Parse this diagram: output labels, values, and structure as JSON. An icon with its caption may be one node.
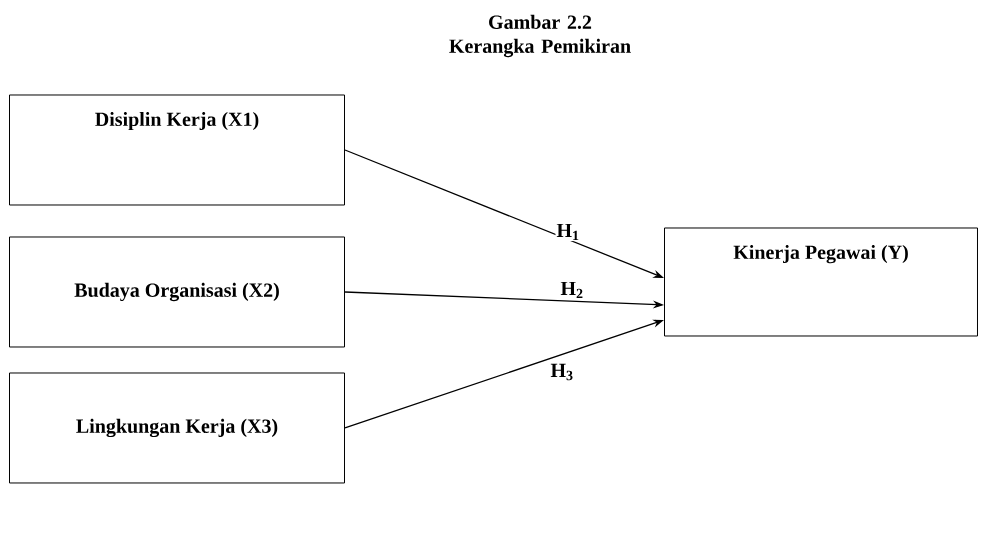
{
  "diagram": {
    "title": "Gambar 2.2 Kerangka Pemikiran",
    "nodes": [
      {
        "text": [
          "Disiplin Kerja (X1)"
        ]
      },
      {
        "text": [
          "Budaya Organisasi (X2)"
        ]
      },
      {
        "text": [
          "Lingkungan Kerja (X3)"
        ]
      },
      {
        "text": [
          "Kinerja Pegawai (Y)"
        ]
      }
    ],
    "edges": [
      {
        "from": 0,
        "to": 3,
        "arrow": "to",
        "label": "H$_{1}$"
      },
      {
        "from": 1,
        "to": 3,
        "arrow": "to",
        "label": "H$_{2}$"
      },
      {
        "from": 2,
        "to": 3,
        "arrow": "to",
        "label": "H$_{3}$"
      }
    ]
  }
}
